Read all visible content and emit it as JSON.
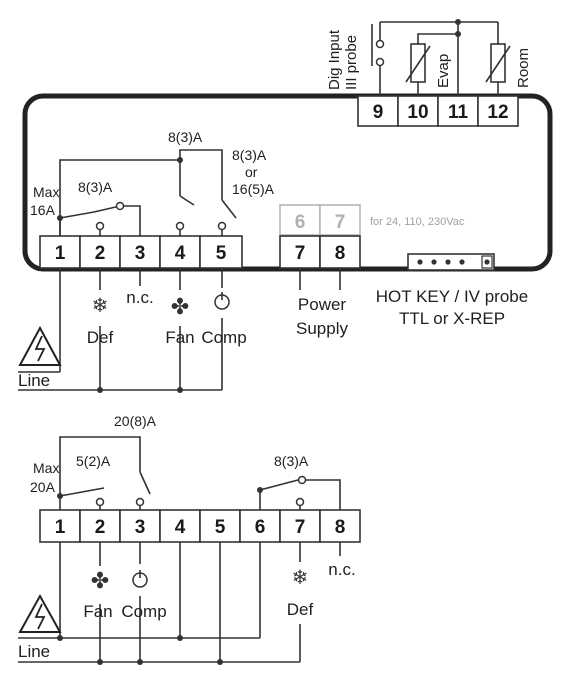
{
  "top": {
    "inputs": {
      "dig_input": "Dig Input",
      "iii_probe": "III probe",
      "evap": "Evap",
      "room": "Room",
      "terminals": [
        "9",
        "10",
        "11",
        "12"
      ]
    },
    "relay": {
      "max_label_1": "Max",
      "max_label_2": "16A",
      "rating_def": "8(3)A",
      "rating_fan": "8(3)A",
      "rating_comp_1": "8(3)A",
      "rating_comp_2": "or",
      "rating_comp_3": "16(5)A"
    },
    "terminals_bottom": [
      "1",
      "2",
      "3",
      "4",
      "5"
    ],
    "power_grey_terminals": [
      "6",
      "7"
    ],
    "power_note": "for 24, 110, 230Vac",
    "power_terminals": [
      "7",
      "8"
    ],
    "loads": {
      "def": "Def",
      "nc": "n.c.",
      "fan": "Fan",
      "comp": "Comp",
      "power_1": "Power",
      "power_2": "Supply",
      "hotkey_1": "HOT KEY / IV probe",
      "hotkey_2": "TTL or X-REP"
    },
    "line_label": "Line"
  },
  "bottom": {
    "relay": {
      "max_label_1": "Max",
      "max_label_2": "20A",
      "rating_fan": "5(2)A",
      "rating_comp": "20(8)A",
      "rating_def": "8(3)A"
    },
    "terminals": [
      "1",
      "2",
      "3",
      "4",
      "5",
      "6",
      "7",
      "8"
    ],
    "loads": {
      "fan": "Fan",
      "comp": "Comp",
      "def": "Def",
      "nc": "n.c."
    },
    "line_label": "Line"
  }
}
